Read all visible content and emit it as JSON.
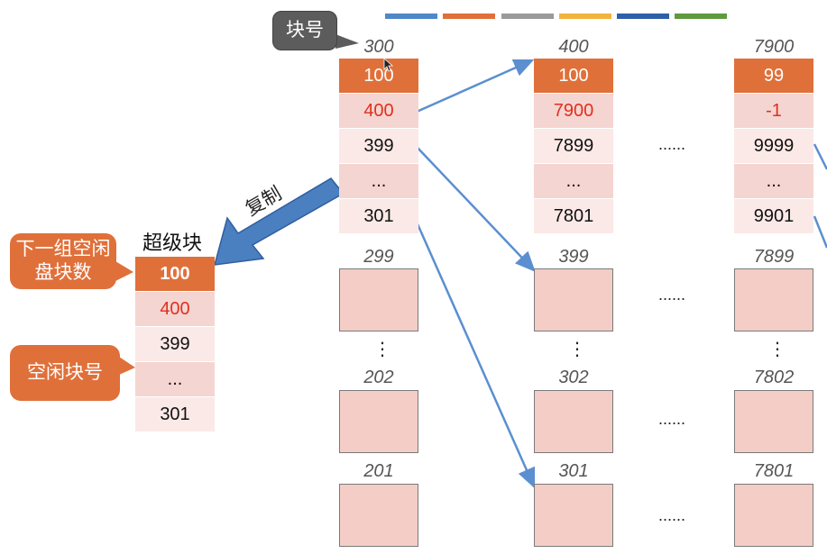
{
  "legend_colors": [
    "#4f88c8",
    "#e0703a",
    "#9a9a9a",
    "#f2b43c",
    "#2f5fa8",
    "#5f9a3e"
  ],
  "callouts": {
    "block_number": "块号",
    "next_group_count": "下一组空闲盘块数",
    "free_block_number": "空闲块号"
  },
  "superblock": {
    "title": "超级块",
    "values": [
      "100",
      "400",
      "399",
      "...",
      "301"
    ]
  },
  "copy_label": "复制",
  "groups": [
    {
      "block": "300",
      "values": [
        "100",
        "400",
        "399",
        "...",
        "301"
      ]
    },
    {
      "block": "400",
      "values": [
        "100",
        "7900",
        "7899",
        "...",
        "7801"
      ]
    },
    {
      "block": "7900",
      "values": [
        "99",
        "-1",
        "9999",
        "...",
        "9901"
      ]
    }
  ],
  "lower_blocks": [
    [
      "299",
      "202",
      "201"
    ],
    [
      "399",
      "302",
      "301"
    ],
    [
      "7899",
      "7802",
      "7801"
    ]
  ],
  "ellipsis": "......",
  "vdots": "⋮"
}
